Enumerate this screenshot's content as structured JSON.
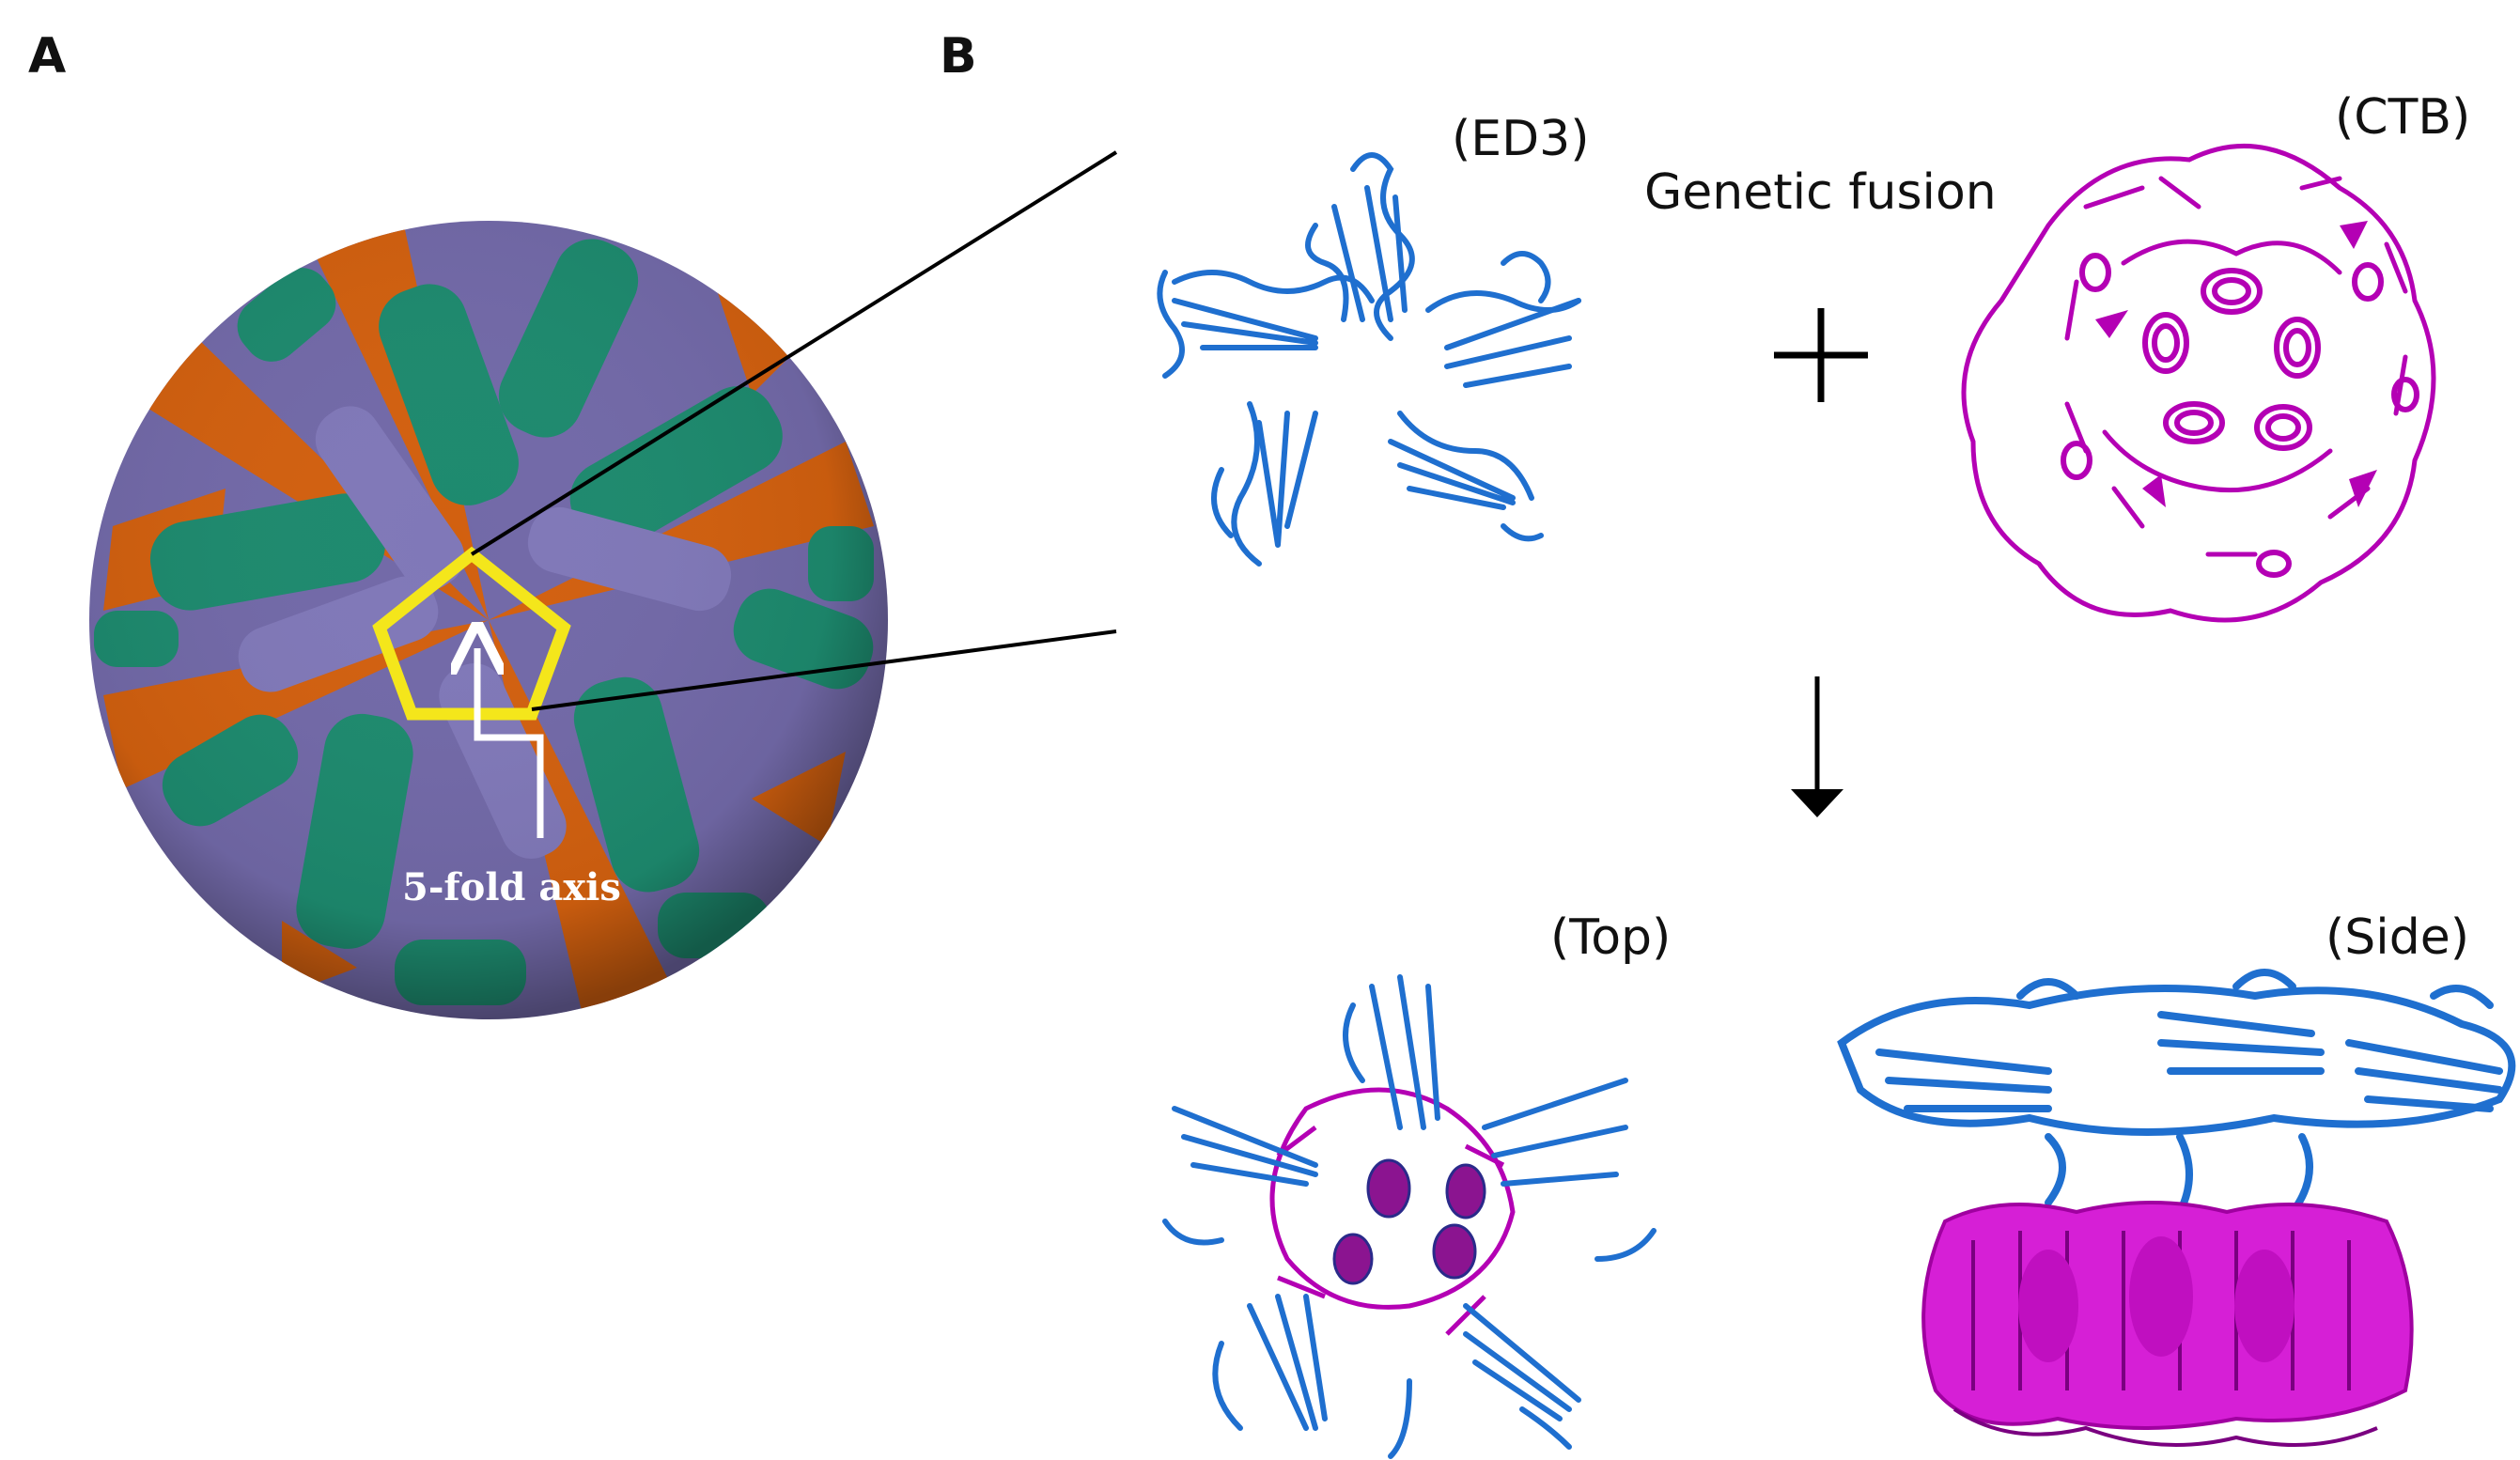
{
  "panels": {
    "a": {
      "letter": "A",
      "axis_label": "5-fold axis"
    },
    "b": {
      "letter": "B"
    }
  },
  "labels": {
    "ed3": "(ED3)",
    "ctb": "(CTB)",
    "fusion": "Genetic fusion",
    "top": "(Top)",
    "side": "(Side)"
  },
  "colors": {
    "virus_orange": "#d2600f",
    "virus_green": "#1d8a6e",
    "virus_purple": "#7269a8",
    "pentagon": "#f4e61b",
    "ed3_blue": "#1f6fcf",
    "ctb_magenta": "#b400b4"
  }
}
